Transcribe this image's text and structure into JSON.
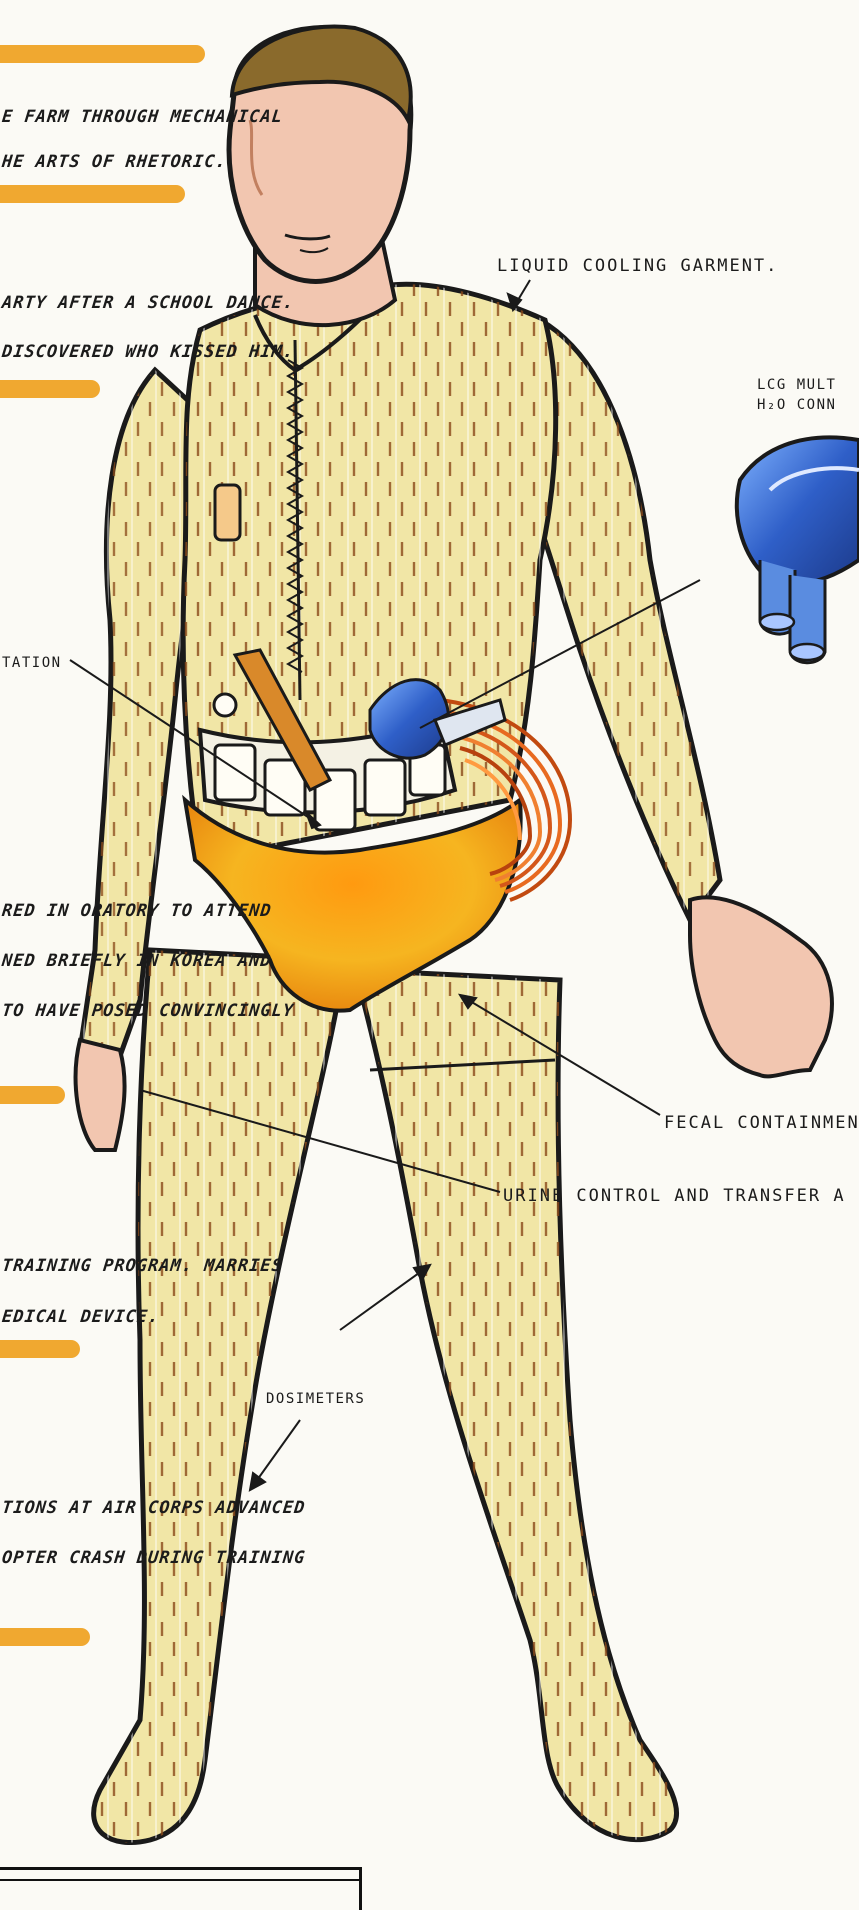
{
  "colors": {
    "accent_bar": "#f0a830",
    "suit": "#f1e6a6",
    "suit_shadow": "#e3c86a",
    "suit_stitch": "#8a4a1a",
    "skin": "#f2c6b0",
    "hair": "#8a6a2c",
    "fecal_garment": "#f2a81e",
    "connector_blue": "#3a66c8"
  },
  "bio_lines": [
    "E FARM THROUGH MECHANICAL",
    "HE ARTS OF RHETORIC.",
    "ARTY AFTER A SCHOOL DANCE.",
    "DISCOVERED WHO KISSED HIM.",
    "RED IN ORATORY TO ATTEND",
    "NED BRIEFLY IN KOREA AND",
    "TO HAVE POSED CONVINCINGLY",
    "TRAINING PROGRAM. MARRIES",
    "EDICAL DEVICE.",
    "TIONS AT AIR CORPS ADVANCED",
    "OPTER CRASH DURING TRAINING"
  ],
  "parts": {
    "liquid_cooling_garment": "LIQUID COOLING GARMENT.",
    "lcg_connector_line1": "LCG MULT",
    "lcg_connector_line2": "H₂O CONN",
    "tation": "TATION",
    "fecal_containment": "FECAL CONTAINMEN",
    "urine_control": "URINE CONTROL AND TRANSFER A",
    "dosimeters": "DOSIMETERS"
  }
}
